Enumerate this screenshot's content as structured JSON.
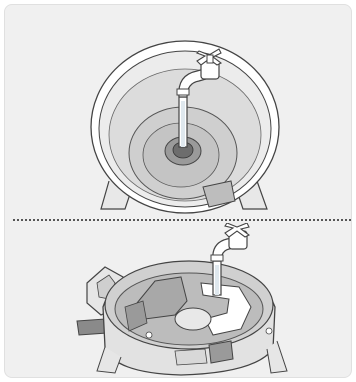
{
  "figure": {
    "panels": [
      {
        "id": "top",
        "subject": "faucet-over-tank-inner"
      },
      {
        "id": "bottom",
        "subject": "faucet-over-tank-base"
      }
    ],
    "separator": "dotted",
    "colors": {
      "background": "#f0f0f0",
      "outline": "#444444",
      "shade_light": "#d6d6d6",
      "shade_mid": "#bdbdbd",
      "shade_dark": "#8a8a8a",
      "white": "#ffffff"
    }
  }
}
